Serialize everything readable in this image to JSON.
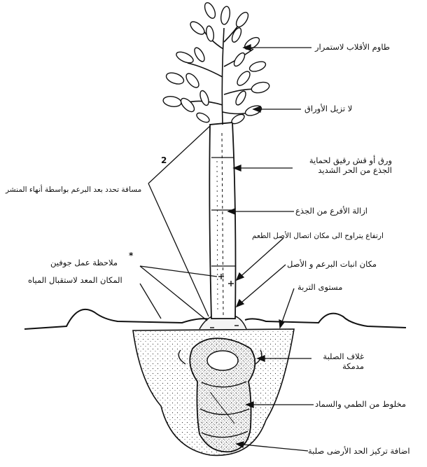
{
  "labels": {
    "growing_tip": "طاوم الأقلاب لاستمرار",
    "leaves": "لا تزيل الأوراق",
    "paper_wrap": "ورق أو قش رقيق لحماية الجذع من الحر الشديد",
    "buds_removed": "ازالة الأفرع من الجذع",
    "stake_distance": "مسافة تحدد بعد البرعم بواسطة أنهاء المنشر",
    "raise_graft": "ارتفاع يتراوح الى مكان اتصال الأصل الطعم",
    "budding_point": "مكان انبات البرعم و الأصل",
    "mound_note": "ملاحظة عمل جوفين",
    "water_basin": "المكان المعد لاستقبال المياه",
    "soil_surface": "مستوى التربة",
    "root_ball": "غلاف الصلبة مدمكة",
    "soil_mix": "مخلوط من الطمي والسماد",
    "firm_soil": "اضافة تركيز الحد الأرضى صلبة"
  },
  "marks": {
    "tick_2": "2",
    "asterisk": "*"
  },
  "colors": {
    "ink": "#111111",
    "soil_dots": "#333333",
    "background": "#ffffff"
  }
}
